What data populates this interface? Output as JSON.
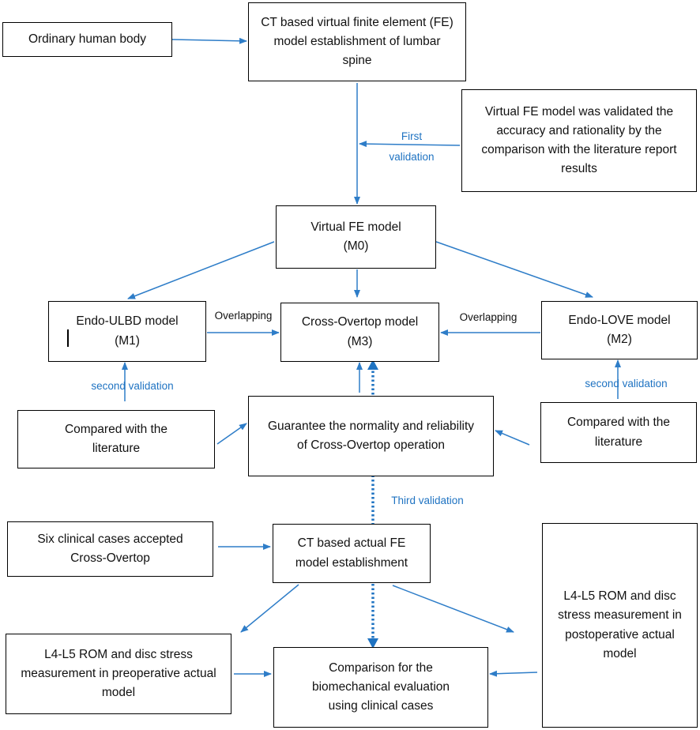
{
  "boxes": {
    "ordinary": "Ordinary human body",
    "ct_virtual": "CT based virtual finite element (FE) model establishment  of lumbar spine",
    "validated": "Virtual FE model was validated the accuracy and rationality by the comparison with the literature report results",
    "m0": "Virtual FE model\n(M0)",
    "m1": "Endo-ULBD model\n(M1)",
    "m3": "Cross-Overtop model\n(M3)",
    "m2": "Endo-LOVE model\n(M2)",
    "compared_left": "Compared with the literature",
    "guarantee": "Guarantee the normality and reliability of Cross-Overtop operation",
    "compared_right": "Compared with the literature",
    "six_cases": "Six clinical cases accepted Cross-Overtop",
    "ct_actual": "CT based actual FE model establishment",
    "postop": "L4-L5 ROM and disc stress measurement in postoperative actual model",
    "preop": "L4-L5 ROM and disc stress measurement in preoperative actual model",
    "comparison": "Comparison for the biomechanical evaluation using clinical cases"
  },
  "labels": {
    "first_validation": "First\nvalidation",
    "overlapping_left": "Overlapping",
    "overlapping_right": "Overlapping",
    "second_validation_left": "second validation",
    "second_validation_right": "second validation",
    "third_validation": "Third validation"
  },
  "colors": {
    "arrow": "#2e7dc8",
    "validation_text": "#1f73c2",
    "box_border": "#000000"
  }
}
